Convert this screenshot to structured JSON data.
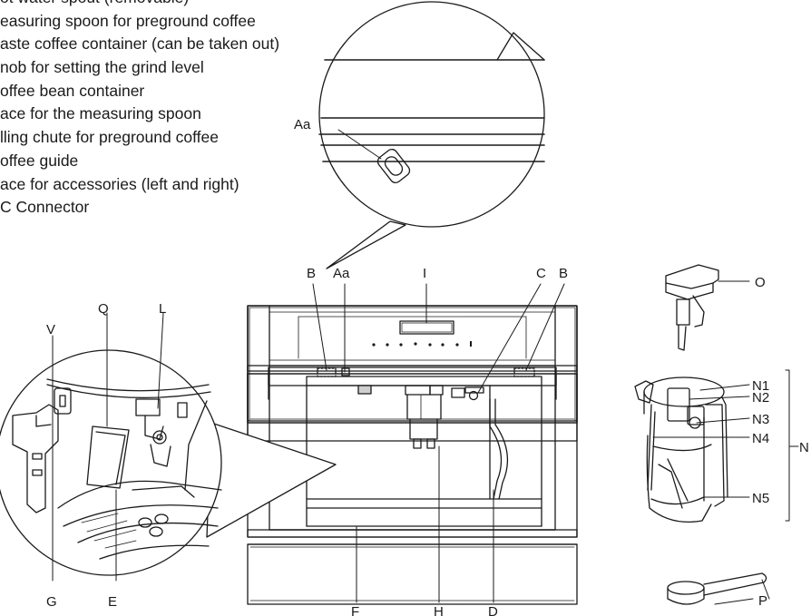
{
  "legend": [
    "ot water spout (removable)",
    "easuring spoon for preground coffee",
    "aste coffee container (can be taken out)",
    "nob for setting the grind level",
    "offee bean container",
    "ace for the measuring spoon",
    "lling chute for preground coffee",
    "offee guide",
    "ace for accessories (left and right)",
    "C Connector"
  ],
  "callouts": {
    "Aa_zoom": "Aa",
    "B_left": "B",
    "Aa": "Aa",
    "I": "I",
    "C": "C",
    "B_right": "B",
    "Q": "Q",
    "L": "L",
    "V": "V",
    "G": "G",
    "E": "E",
    "F": "F",
    "H": "H",
    "D": "D",
    "O": "O",
    "N1": "N1",
    "N2": "N2",
    "N3": "N3",
    "N4": "N4",
    "N5": "N5",
    "N": "N",
    "P": "P"
  }
}
